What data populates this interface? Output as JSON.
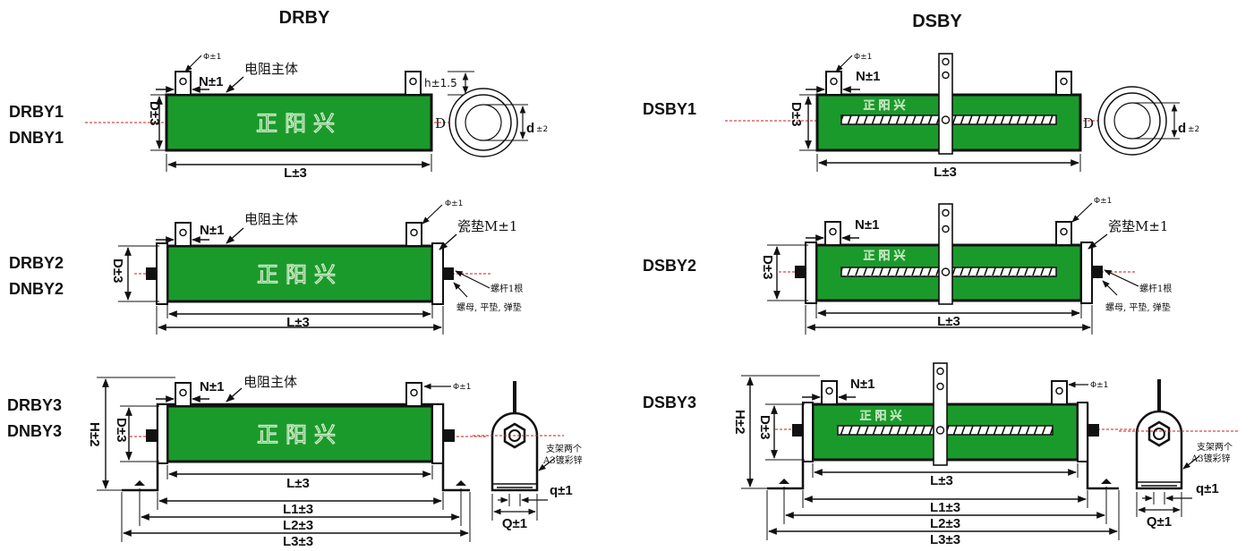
{
  "headers": {
    "left": "DRBY",
    "right": "DSBY"
  },
  "rows": {
    "r1_left": [
      "DRBY1",
      "DNBY1"
    ],
    "r2_left": [
      "DRBY2",
      "DNBY2"
    ],
    "r3_left": [
      "DRBY3",
      "DNBY3"
    ],
    "r1_right": "DSBY1",
    "r2_right": "DSBY2",
    "r3_right": "DSBY3"
  },
  "dims": {
    "L": "L±3",
    "L1": "L1±3",
    "L2": "L2±3",
    "L3": "L3±3",
    "N": "N±1",
    "D": "D±3",
    "H": "H±2",
    "phi": "Φ±1",
    "h": "h±1.5",
    "d": "d",
    "d_tol": "±2",
    "D_plain": "D",
    "Q": "Q±1",
    "q": "q±1",
    "M": "瓷垫M±1"
  },
  "notes": {
    "body": "电阻主体",
    "screw": "螺杆1根",
    "nuts": "螺母, 平垫, 弹垫",
    "bracket_1": "支架两个",
    "bracket_2": "A3镀彩锌"
  },
  "logo": "正阳兴",
  "colors": {
    "body_green": "#1b9a2c",
    "centerline": "#d11a1a",
    "outline": "#111111"
  }
}
